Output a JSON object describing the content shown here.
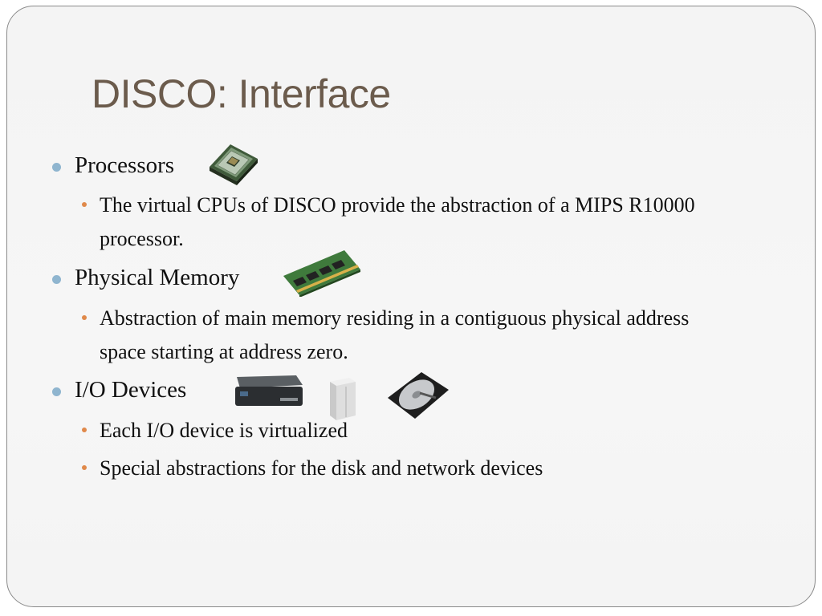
{
  "slide": {
    "title": "DISCO: Interface",
    "bullets": [
      {
        "label": "Processors",
        "images": [
          "cpu-chip-icon"
        ],
        "sub": [
          "The virtual CPUs of DISCO provide the abstraction of a MIPS R10000 processor."
        ]
      },
      {
        "label": "Physical Memory",
        "images": [
          "ram-module-icon"
        ],
        "sub": [
          "Abstraction of main memory residing in a contiguous physical address space starting at address zero."
        ]
      },
      {
        "label": "I/O Devices",
        "images": [
          "network-device-icon",
          "external-drive-icon",
          "hard-disk-icon"
        ],
        "sub": [
          "Each I/O device is virtualized",
          "Special abstractions for the disk and network devices"
        ]
      }
    ]
  },
  "colors": {
    "title": "#6b5b4c",
    "level1_bullet": "#8fb5cf",
    "level2_bullet": "#e0894a",
    "text": "#111111"
  }
}
